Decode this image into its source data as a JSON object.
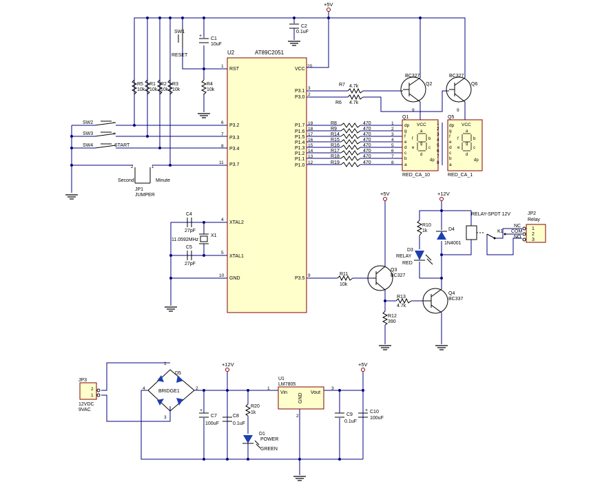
{
  "power": {
    "vcc5": "+5V",
    "vcc12": "+12V"
  },
  "components": {
    "u2": {
      "ref": "U2",
      "part": "AT89C2051"
    },
    "sw1": {
      "ref": "SW1",
      "name": "RESET"
    },
    "c1": {
      "ref": "C1",
      "value": "10uF"
    },
    "c2": {
      "ref": "C2",
      "value": "0.1uF"
    },
    "r5": {
      "ref": "R5",
      "value": "10k"
    },
    "r1": {
      "ref": "R1",
      "value": "10k"
    },
    "r2": {
      "ref": "R2",
      "value": "10k"
    },
    "r3": {
      "ref": "R3",
      "value": "10k"
    },
    "r4": {
      "ref": "R4",
      "value": "10k"
    },
    "sw2": {
      "ref": "SW2",
      "name": "-"
    },
    "sw3": {
      "ref": "SW3",
      "name": "+"
    },
    "sw4": {
      "ref": "SW4",
      "name": "START"
    },
    "jp1": {
      "ref": "JP1",
      "name": "JUMPER",
      "left": "Second",
      "right": "Minute"
    },
    "c4": {
      "ref": "C4",
      "value": "27pF"
    },
    "c5": {
      "ref": "C5",
      "value": "27pF"
    },
    "x1": {
      "ref": "X1",
      "value": "11.0592MHz"
    },
    "r7": {
      "ref": "R7",
      "value": "4.7k"
    },
    "r6": {
      "ref": "R6",
      "value": "4.7k"
    },
    "q2": {
      "ref": "Q2",
      "part": "BC327"
    },
    "q6": {
      "ref": "Q6",
      "part": "BC327"
    },
    "q1": {
      "ref": "Q1",
      "part": "RED_CA_10"
    },
    "q5": {
      "ref": "Q5",
      "part": "RED_CA_1"
    },
    "seg_resistors": [
      {
        "ref": "R8",
        "value": "470"
      },
      {
        "ref": "R9",
        "value": "470"
      },
      {
        "ref": "R14",
        "value": "470"
      },
      {
        "ref": "R15",
        "value": "470"
      },
      {
        "ref": "R16",
        "value": "470"
      },
      {
        "ref": "R17",
        "value": "470"
      },
      {
        "ref": "R18",
        "value": "470"
      },
      {
        "ref": "R19",
        "value": "470"
      }
    ],
    "r10": {
      "ref": "R10",
      "value": "1k"
    },
    "d3": {
      "ref": "D3",
      "name": "RELAY",
      "color": "RED"
    },
    "d4": {
      "ref": "D4",
      "part": "1N4001"
    },
    "k1": {
      "ref": "K1",
      "part": "RELAY-SPDT 12V"
    },
    "jp2": {
      "ref": "JP2",
      "name": "Relay",
      "pins": [
        "NC",
        "COM",
        "NO"
      ]
    },
    "q3": {
      "ref": "Q3",
      "part": "BC327"
    },
    "r11": {
      "ref": "R11",
      "value": "10k"
    },
    "r13": {
      "ref": "R13",
      "value": "4.7k"
    },
    "r12": {
      "ref": "R12",
      "value": "390"
    },
    "q4": {
      "ref": "Q4",
      "part": "BC337"
    },
    "jp3": {
      "ref": "JP3",
      "label1": "12VDC",
      "label2": "9VAC"
    },
    "d5": {
      "ref": "D5",
      "part": "BRIDGE1"
    },
    "c7": {
      "ref": "C7",
      "value": "100uF"
    },
    "c8": {
      "ref": "C8",
      "value": "0.1uF"
    },
    "r20": {
      "ref": "R20",
      "value": "1k"
    },
    "d1": {
      "ref": "D1",
      "name": "POWER",
      "color": "GREEN"
    },
    "u1": {
      "ref": "U1",
      "part": "LM7805",
      "vin": "Vin",
      "vout": "Vout",
      "gnd": "GND"
    },
    "c9": {
      "ref": "C9",
      "value": "0.1uF"
    },
    "c10": {
      "ref": "C10",
      "value": "100uF"
    }
  },
  "u2_pins": {
    "rst": {
      "num": "1",
      "name": "RST"
    },
    "vcc": {
      "num": "20",
      "name": "VCC"
    },
    "p32": {
      "num": "6",
      "name": "P3.2"
    },
    "p33": {
      "num": "7",
      "name": "P3.3"
    },
    "p34": {
      "num": "8",
      "name": "P3.4"
    },
    "p37": {
      "num": "11",
      "name": "P3.7"
    },
    "xtal2": {
      "num": "4",
      "name": "XTAL2"
    },
    "xtal1": {
      "num": "5",
      "name": "XTAL1"
    },
    "gnd": {
      "num": "10",
      "name": "GND"
    },
    "p31": {
      "num": "3",
      "name": "P3.1"
    },
    "p30": {
      "num": "2",
      "name": "P3.0"
    },
    "p35": {
      "num": "9",
      "name": "P3.5"
    },
    "p1": [
      {
        "num": "19",
        "name": "P1.7"
      },
      {
        "num": "18",
        "name": "P1.6"
      },
      {
        "num": "17",
        "name": "P1.5"
      },
      {
        "num": "16",
        "name": "P1.4"
      },
      {
        "num": "15",
        "name": "P1.3"
      },
      {
        "num": "14",
        "name": "P1.2"
      },
      {
        "num": "13",
        "name": "P1.1"
      },
      {
        "num": "12",
        "name": "P1.0"
      }
    ]
  },
  "display_pins": {
    "left": [
      "dp",
      "g",
      "f",
      "e",
      "d",
      "c",
      "b",
      "a"
    ],
    "nums": [
      "1",
      "2",
      "3",
      "4",
      "5",
      "6",
      "7",
      "8"
    ],
    "vcc": "VCC",
    "com_pin": "9",
    "seg_a": "a",
    "seg_b": "b",
    "seg_c": "c",
    "seg_d": "d",
    "seg_e": "e",
    "seg_f": "f",
    "seg_g": "g",
    "seg_dp": "dp"
  },
  "misc_pins": {
    "bridge_2": "2",
    "bridge_3": "3",
    "bridge_4": "4",
    "bridge_1": "1",
    "reg_1": "1",
    "reg_2": "2",
    "reg_3": "3",
    "jp1_1": "1",
    "jp1_2": "2",
    "jp3_1": "1",
    "jp3_2": "2",
    "jp2_1": "1",
    "jp2_2": "2",
    "jp2_3": "3",
    "plus": "+"
  }
}
